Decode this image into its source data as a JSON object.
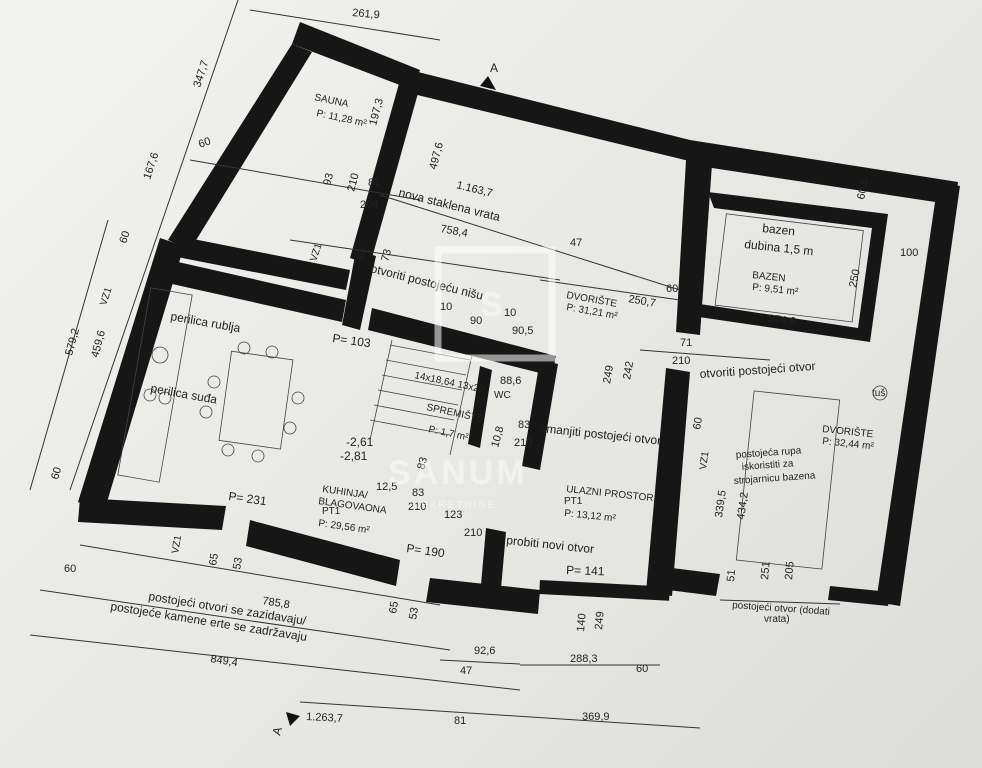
{
  "dimensions": {
    "top_261_9": "261,9",
    "left_347_7": "347,7",
    "left_167_6": "167,6",
    "left_60_a": "60",
    "left_60_b": "60",
    "left_579_2": "579,2",
    "left_459_6": "459,6",
    "left_60_c": "60",
    "sauna_197_3": "197,3",
    "d_497_6": "497,6",
    "d_93": "93",
    "d_210_a": "210",
    "d_81_a": "81",
    "d_1163_7": "1.163,7",
    "d_204": "204",
    "d_758_4": "758,4",
    "d_47_a": "47",
    "d_60_mid": "60",
    "d_73": "73",
    "d_250_7": "250,7",
    "d_60_r": "60",
    "d_10_a": "10",
    "d_10_b": "10",
    "d_90": "90",
    "d_90_5": "90,5",
    "d_60_5": "60,5",
    "d_100": "100",
    "d_250": "250",
    "d_374_6": "374,6",
    "d_71": "71",
    "d_210_b": "210",
    "d_249_a": "249",
    "d_242": "242",
    "d_88_6": "88,6",
    "d_83_a": "83",
    "d_210_c": "210",
    "d_10_8": "10,8",
    "d_83_b": "83",
    "d_12_5": "12,5",
    "d_83_c": "83",
    "d_210_d": "210",
    "d_123": "123",
    "d_210_e": "210",
    "d_60_door": "60",
    "d_339_5": "339,5",
    "d_434_2": "434,2",
    "d_65_a": "65",
    "d_53_a": "53",
    "d_65_b": "65",
    "d_53_b": "53",
    "d_140": "140",
    "d_249_b": "249",
    "d_51": "51",
    "d_251": "251",
    "d_205": "205",
    "d_60_bl": "60",
    "d_785_8": "785,8",
    "d_92_6": "92,6",
    "d_849_4": "849,4",
    "d_47_b": "47",
    "d_288_3": "288,3",
    "d_60_br": "60",
    "d_1263_7": "1.263,7",
    "d_81_b": "81",
    "d_369_9": "369,9"
  },
  "labels": {
    "section_top": "A",
    "section_bottom": "A",
    "sauna_name": "SAUNA",
    "sauna_area": "P: 11,28 m²",
    "glass_door": "nova staklena vrata",
    "open_niche": "otvoriti postojeću nišu",
    "dvoriste_1": "DVORIŠTE",
    "dvoriste_1_area": "P: 31,21 m²",
    "pool_title": "bazen",
    "pool_depth": "dubina 1,5 m",
    "pool_name": "BAZEN",
    "pool_area": "P: 9,51 m²",
    "open_existing": "otvoriti postojeći otvor",
    "tus": "tuš",
    "dvoriste_2": "DVORIŠTE",
    "dvoriste_2_area": "P: 32,44 m²",
    "pit_1": "postojeća rupa",
    "pit_2": "iskoristiti za",
    "pit_3": "strojarnicu bazena",
    "dishwasher": "perilica suđa",
    "washer": "perilica rublja",
    "p103": "P= 103",
    "p231": "P= 231",
    "p190": "P= 190",
    "p141": "P= 141",
    "stairs": "14x18,64 13x27",
    "storage": "SPREMIŠTE",
    "storage_area": "P: 1,7 m²",
    "wc": "WC",
    "level_1": "-2,61",
    "level_2": "-2,81",
    "reduce_opening": "smanjiti postojeći otvor",
    "kitchen_1": "KUHINJA/",
    "kitchen_2": "BLAGOVAONA",
    "kitchen_code": "PT1",
    "kitchen_area": "P: 29,56 m²",
    "living": "ULAZNI PROSTOR",
    "living_code": "PT1",
    "living_area": "P: 13,12 m²",
    "new_opening": "probiti novi otvor",
    "existing_door_1": "postojeći otvor (dodati",
    "existing_door_2": "vrata)",
    "walls_note_1": "postojeći otvori se zazidavaju/",
    "walls_note_2": "postojeće kamene erte se zadržavaju",
    "vz1": "VZ1"
  },
  "watermark": {
    "logo_letter": "S",
    "name": "SANUM",
    "tagline": "NEKRETNINE"
  },
  "colors": {
    "wall": "#161616",
    "paper": "#efefec"
  }
}
